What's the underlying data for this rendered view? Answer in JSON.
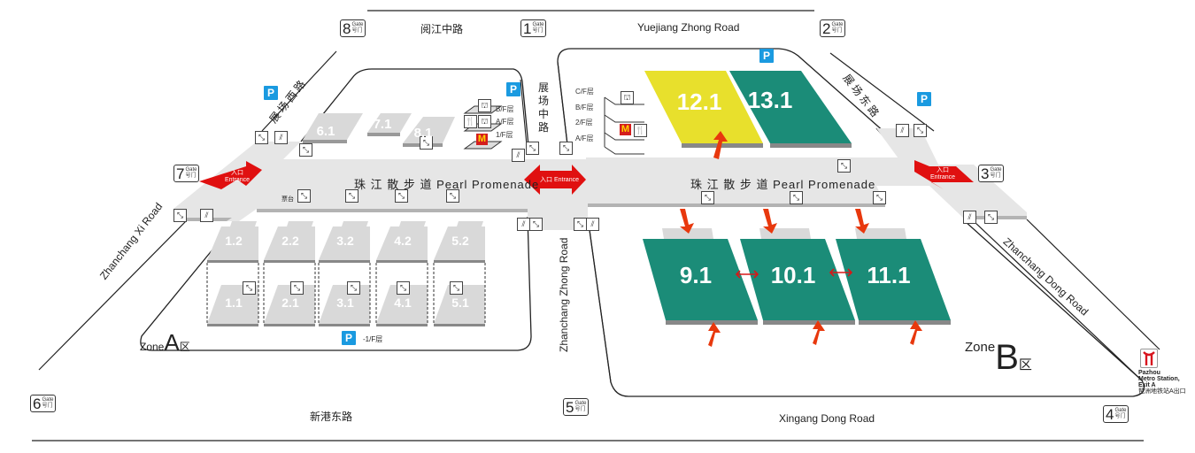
{
  "map": {
    "title": "Pazhou Complex Exhibition Map",
    "colors": {
      "teal_hall": "#1b8c78",
      "yellow_hall": "#e8e02c",
      "grey_hall": "#d9d9d9",
      "entrance_red": "#e01010",
      "flow_arrow": "#e8380d",
      "parking_blue": "#1a9ae0",
      "promenade": "#e6e6e6"
    },
    "roads": {
      "north_cn": "阅江中路",
      "north_en": "Yuejiang Zhong Road",
      "south_cn": "新港东路",
      "south_en": "Xingang Dong Road",
      "west_en": "Zhanchang Xi Road",
      "west_cn": "展场西路",
      "middle_cn": "展场中路",
      "middle_en": "Zhanchang Zhong Road",
      "east_cn": "展场东路",
      "east_en": "Zhanchang Dong Road"
    },
    "gates": [
      {
        "id": "gate-1",
        "number": "1",
        "en": "Gate",
        "cn": "号门"
      },
      {
        "id": "gate-2",
        "number": "2",
        "en": "Gate",
        "cn": "号门"
      },
      {
        "id": "gate-3",
        "number": "3",
        "en": "Gate",
        "cn": "号门"
      },
      {
        "id": "gate-4",
        "number": "4",
        "en": "Gate",
        "cn": "号门"
      },
      {
        "id": "gate-5",
        "number": "5",
        "en": "Gate",
        "cn": "号门"
      },
      {
        "id": "gate-6",
        "number": "6",
        "en": "Gate",
        "cn": "号门"
      },
      {
        "id": "gate-7",
        "number": "7",
        "en": "Gate",
        "cn": "号门"
      },
      {
        "id": "gate-8",
        "number": "8",
        "en": "Gate",
        "cn": "号门"
      }
    ],
    "promenade": {
      "label_cn": "珠 江 散 步 道",
      "label_en": "Pearl Promenade",
      "ticket_cn": "票台"
    },
    "entrances": {
      "cn": "入口",
      "en": "Entrance",
      "center_label": "入口 Entrance"
    },
    "zone_a": {
      "prefix": "Zone",
      "letter": "A",
      "suffix": "区",
      "halls_upper_row": [
        "6.1",
        "7.1",
        "8.1"
      ],
      "halls_level2": [
        "1.2",
        "2.2",
        "3.2",
        "4.2",
        "5.2"
      ],
      "halls_level1": [
        "1.1",
        "2.1",
        "3.1",
        "4.1",
        "5.1"
      ],
      "parking_label": "P",
      "parking_floor": "-1/F层",
      "floors": [
        "B/F层",
        "A/F层",
        "1/F层"
      ]
    },
    "zone_b": {
      "prefix": "Zone",
      "letter": "B",
      "suffix": "区",
      "halls_north": [
        "12.1",
        "13.1"
      ],
      "halls_south": [
        "9.1",
        "10.1",
        "11.1"
      ],
      "parking_label": "P",
      "floors": [
        "C/F层",
        "B/F层",
        "2/F层",
        "A/F层"
      ]
    },
    "metro": {
      "name_en_1": "Pazhou",
      "name_en_2": "Metro Station,",
      "name_en_3": "Exit A",
      "name_cn": "琶洲地铁站A出口"
    },
    "parking_label": "P",
    "mcdonalds_glyph": "M",
    "restaurant_glyph": "🍴",
    "escalator_glyph": "⤡",
    "stairs_glyph": "⫽"
  }
}
